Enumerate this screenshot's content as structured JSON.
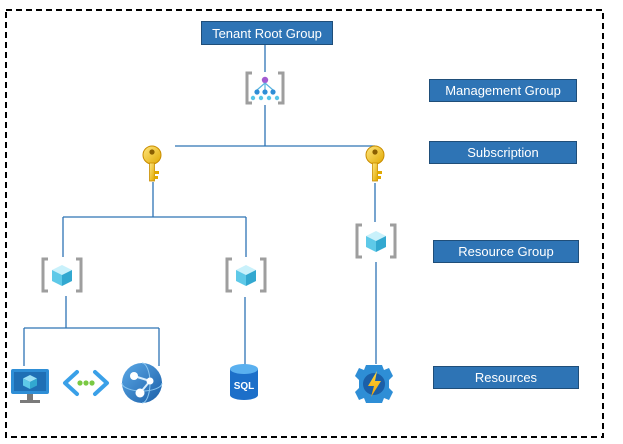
{
  "labels": {
    "tenant_root": "Tenant Root Group",
    "management_group": "Management Group",
    "subscription": "Subscription",
    "resource_group": "Resource Group",
    "resources": "Resources"
  },
  "icons": {
    "management_group": "management-group-icon",
    "subscription": "key-icon",
    "resource_group": "resource-group-cube-icon",
    "vm": "virtual-machine-icon",
    "vnet": "virtual-network-icon",
    "app_service": "app-service-globe-icon",
    "sql": "sql-database-icon",
    "function_app": "function-app-icon"
  },
  "resource_texts": {
    "sql": "SQL"
  },
  "colors": {
    "box_fill": "#2e74b5",
    "box_text": "#ffffff",
    "connector": "#2e74b5",
    "border_dash": "#000000",
    "key": "#f2c40f",
    "cube": "#5ec9e8"
  }
}
